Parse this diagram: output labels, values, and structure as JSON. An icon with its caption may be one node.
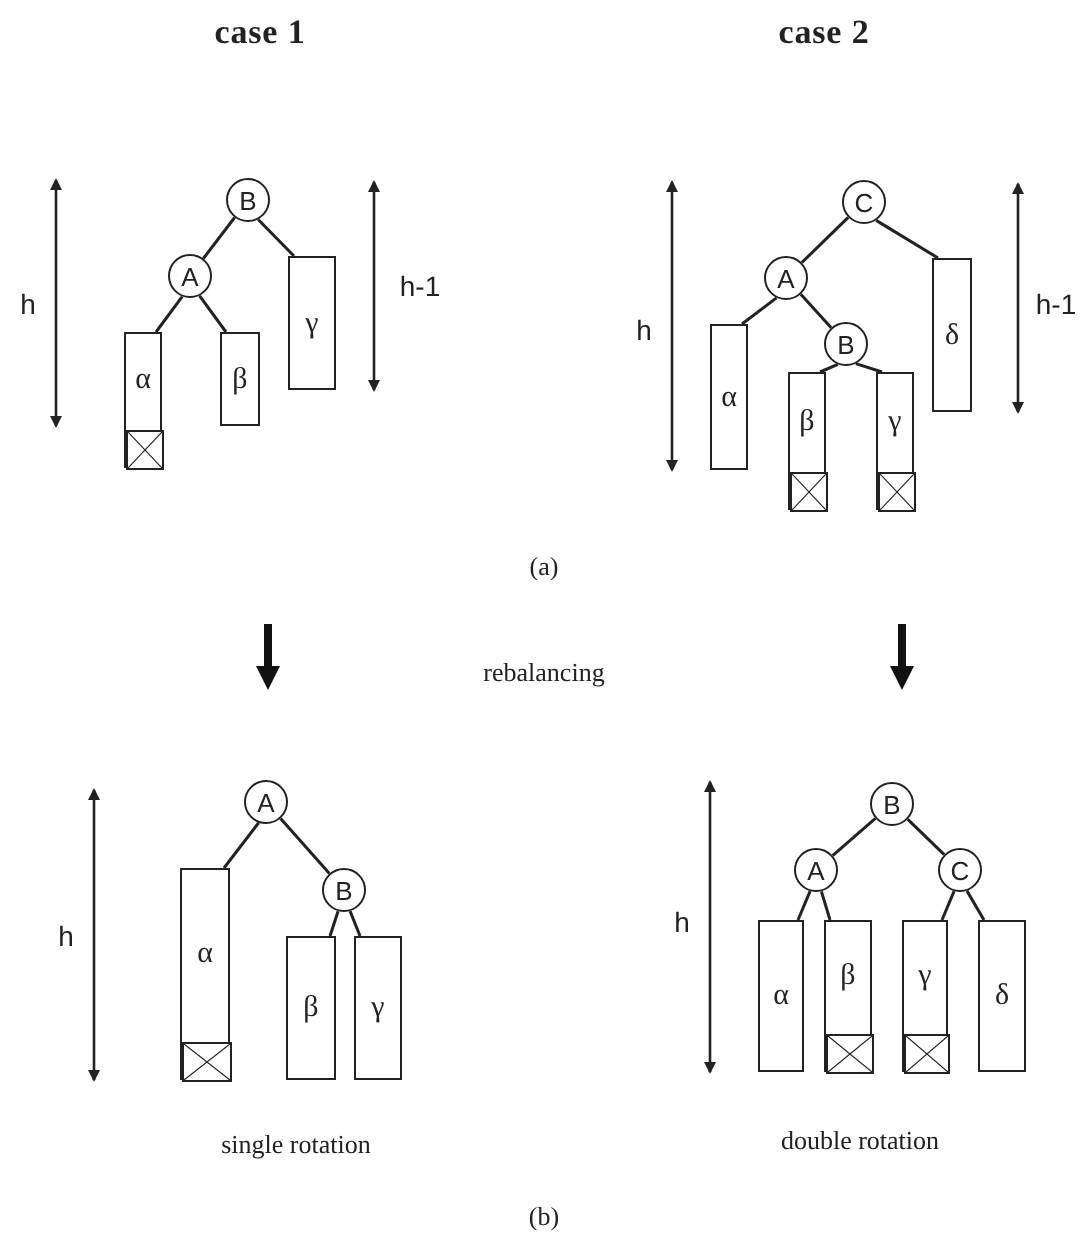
{
  "diagram": {
    "nodes": [
      {
        "text": [
          "B"
        ]
      },
      {
        "text": [
          "A"
        ]
      },
      {
        "text": [
          "γ"
        ]
      },
      {
        "text": [
          "α"
        ]
      },
      {
        "text": [],
        "shape": "box",
        "in": 3
      },
      {
        "text": [
          "β"
        ]
      },
      {
        "text": [
          "C"
        ]
      },
      {
        "text": [
          "A"
        ]
      },
      {
        "text": [
          "δ"
        ]
      },
      {
        "text": [
          "α"
        ]
      },
      {
        "text": [
          "B"
        ]
      },
      {
        "text": [
          "β"
        ]
      },
      {
        "text": [],
        "shape": "box",
        "in": 11
      },
      {
        "text": [
          "γ"
        ]
      },
      {
        "text": [],
        "shape": "box",
        "in": 13
      },
      {
        "text": [
          "A"
        ]
      },
      {
        "text": [
          "α"
        ]
      },
      {
        "text": [],
        "shape": "box",
        "in": 16
      },
      {
        "text": [
          "B"
        ]
      },
      {
        "text": [
          "β"
        ]
      },
      {
        "text": [
          "γ"
        ]
      },
      {
        "text": [
          "B"
        ]
      },
      {
        "text": [
          "A"
        ]
      },
      {
        "text": [
          "C"
        ]
      },
      {
        "text": [
          "α"
        ]
      },
      {
        "text": [
          "β"
        ]
      },
      {
        "text": [],
        "shape": "box",
        "in": 25
      },
      {
        "text": [
          "γ"
        ]
      },
      {
        "text": [],
        "shape": "box",
        "in": 27
      },
      {
        "text": [
          "δ"
        ]
      }
    ],
    "edges": [
      {
        "from": 0,
        "to": 1,
        "arrow": "none"
      },
      {
        "from": 0,
        "to": 2,
        "arrow": "none"
      },
      {
        "from": 1,
        "to": 3,
        "arrow": "none"
      },
      {
        "from": 1,
        "to": 5,
        "arrow": "none"
      },
      {
        "from": 6,
        "to": 7,
        "arrow": "none"
      },
      {
        "from": 6,
        "to": 8,
        "arrow": "none"
      },
      {
        "from": 7,
        "to": 9,
        "arrow": "none"
      },
      {
        "from": 7,
        "to": 10,
        "arrow": "none"
      },
      {
        "from": 10,
        "to": 11,
        "arrow": "none"
      },
      {
        "from": 10,
        "to": 13,
        "arrow": "none"
      },
      {
        "from": 15,
        "to": 16,
        "arrow": "none"
      },
      {
        "from": 15,
        "to": 18,
        "arrow": "none"
      },
      {
        "from": 18,
        "to": 19,
        "arrow": "none"
      },
      {
        "from": 18,
        "to": 20,
        "arrow": "none"
      },
      {
        "from": 21,
        "to": 22,
        "arrow": "none"
      },
      {
        "from": 21,
        "to": 23,
        "arrow": "none"
      },
      {
        "from": 22,
        "to": 24,
        "arrow": "none"
      },
      {
        "from": 22,
        "to": 25,
        "arrow": "none"
      },
      {
        "from": 23,
        "to": 27,
        "arrow": "none"
      },
      {
        "from": 23,
        "to": 29,
        "arrow": "none"
      }
    ],
    "labels": [
      "case 1",
      "case 2",
      "h",
      "h-1",
      "h",
      "h-1",
      "(a)",
      "rebalancing",
      "h",
      "single rotation",
      "h",
      "double rotation",
      "(b)"
    ]
  }
}
